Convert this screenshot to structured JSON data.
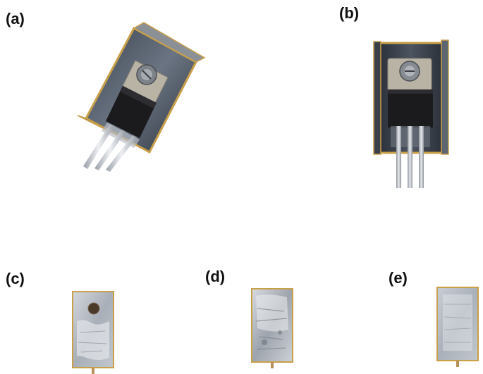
{
  "panels": [
    {
      "label": "(a)"
    },
    {
      "label": "(b)"
    },
    {
      "label": "(c)"
    },
    {
      "label": "(d)"
    },
    {
      "label": "(e)"
    }
  ],
  "colors": {
    "background": "#ffffff",
    "heatsink_metal": "#5a6270",
    "heatsink_edge": "#c9a04a",
    "transistor_body": "#1b1b1e",
    "mounting_tab": "#b9b3a6",
    "screw": "#8f939b",
    "leads": "#c8ccd2",
    "thermal_pad": "#c7cbd1"
  }
}
